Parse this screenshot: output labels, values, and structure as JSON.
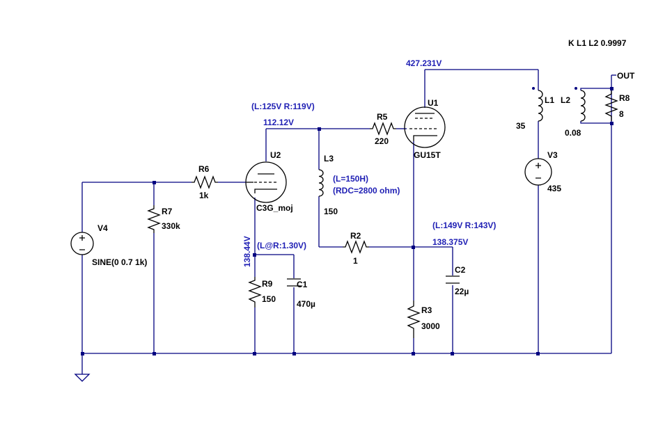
{
  "directive": "K L1 L2 0.9997",
  "output_label": "OUT",
  "components": {
    "V4": {
      "name": "V4",
      "value": "SINE(0 0.7 1k)"
    },
    "R7": {
      "name": "R7",
      "value": "330k"
    },
    "R6": {
      "name": "R6",
      "value": "1k"
    },
    "U2": {
      "name": "U2",
      "value": "C3G_moj"
    },
    "R9": {
      "name": "R9",
      "value": "150"
    },
    "C1": {
      "name": "C1",
      "value": "470µ"
    },
    "L3": {
      "name": "L3",
      "value": "150",
      "note1": "(L=150H)",
      "note2": "(RDC=2800 ohm)"
    },
    "R5": {
      "name": "R5",
      "value": "220"
    },
    "U1": {
      "name": "U1",
      "value": "GU15T"
    },
    "R2": {
      "name": "R2",
      "value": "1"
    },
    "R3": {
      "name": "R3",
      "value": "3000"
    },
    "C2": {
      "name": "C2",
      "value": "22µ"
    },
    "L1": {
      "name": "L1",
      "value": "35"
    },
    "L2": {
      "name": "L2",
      "value": "0.08"
    },
    "V3": {
      "name": "V3",
      "value": "435"
    },
    "R8": {
      "name": "R8",
      "value": "8"
    }
  },
  "node_voltages": {
    "b_plus": "427.231V",
    "u2_plate": "112.12V",
    "u2_plate_lr": "(L:125V R:119V)",
    "u2_cathode": "138.44V",
    "u2_cathode_note": "(L@R:1.30V)",
    "u1_cathode": "138.375V",
    "u1_cathode_lr": "(L:149V R:143V)"
  },
  "colors": {
    "wire": "#000080",
    "component": "#000000",
    "annotation": "#1f1fb4",
    "background": "#ffffff"
  }
}
